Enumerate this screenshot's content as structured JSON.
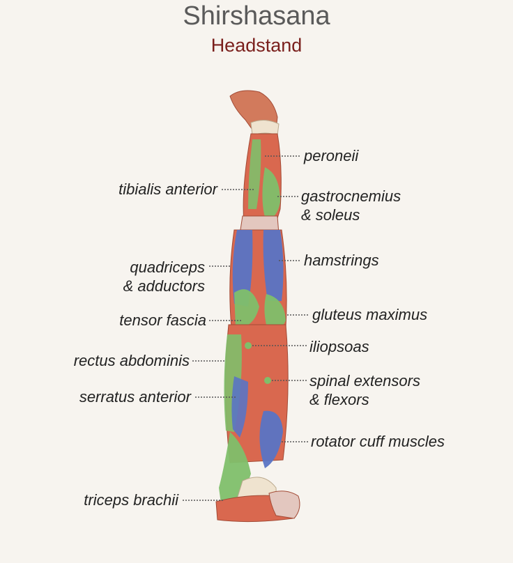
{
  "title": "Shirshasana",
  "subtitle": "Headstand",
  "labels": {
    "peroneii": "peroneii",
    "tibialis_anterior": "tibialis anterior",
    "gastrocnemius_1": "gastrocnemius",
    "gastrocnemius_2": "& soleus",
    "hamstrings": "hamstrings",
    "quadriceps_1": "quadriceps",
    "quadriceps_2": "& adductors",
    "tensor_fascia": "tensor fascia",
    "gluteus_maximus": "gluteus maximus",
    "iliopsoas": "iliopsoas",
    "rectus_abdominis": "rectus abdominis",
    "spinal_1": "spinal extensors",
    "spinal_2": "& flexors",
    "serratus_anterior": "serratus anterior",
    "rotator_cuff": "rotator cuff muscles",
    "triceps_brachii": "triceps brachii"
  },
  "colors": {
    "muscle_red": "#d9684f",
    "highlight_green": "#7fbf6a",
    "highlight_blue": "#5a74c4",
    "leader_line": "#555555",
    "title": "#5a5a5a",
    "subtitle": "#7a1f1c"
  }
}
